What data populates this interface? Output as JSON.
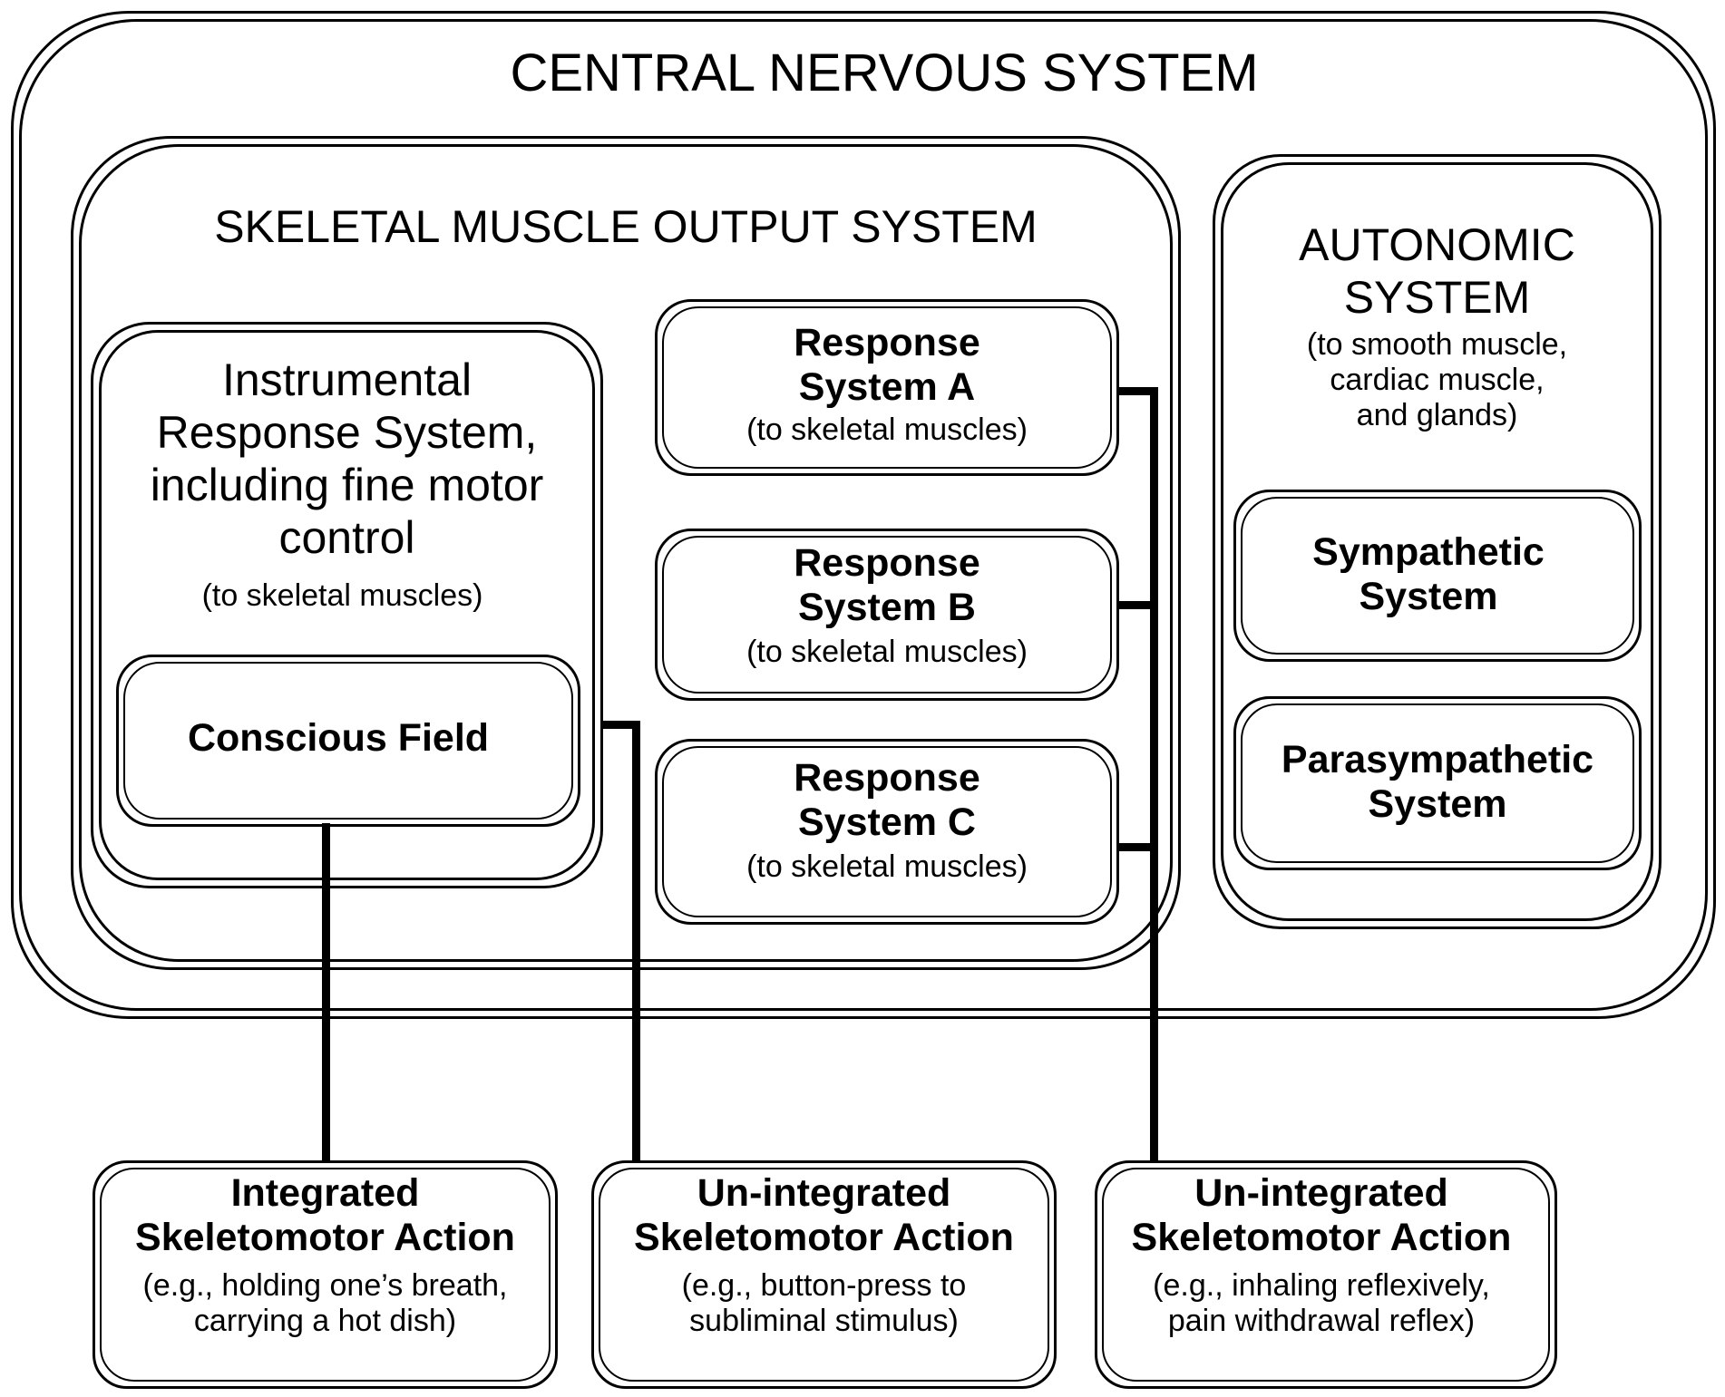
{
  "cns": {
    "title": "CENTRAL NERVOUS SYSTEM"
  },
  "skeletal": {
    "title": "SKELETAL MUSCLE OUTPUT SYSTEM",
    "instrumental": {
      "line1": "Instrumental",
      "line2": "Response System,",
      "line3": "including fine motor",
      "line4": "control",
      "note": "(to skeletal muscles)"
    },
    "conscious_field": "Conscious Field",
    "response_a": {
      "line1": "Response",
      "line2": "System A",
      "note": "(to skeletal muscles)"
    },
    "response_b": {
      "line1": "Response",
      "line2": "System B",
      "note": "(to skeletal muscles)"
    },
    "response_c": {
      "line1": "Response",
      "line2": "System C",
      "note": "(to skeletal muscles)"
    }
  },
  "autonomic": {
    "line1": "AUTONOMIC",
    "line2": "SYSTEM",
    "note1": "(to smooth muscle,",
    "note2": "cardiac muscle,",
    "note3": "and glands)",
    "sympathetic": {
      "line1": "Sympathetic",
      "line2": "System"
    },
    "parasympathetic": {
      "line1": "Parasympathetic",
      "line2": "System"
    }
  },
  "actions": [
    {
      "line1": "Integrated",
      "line2": "Skeletomotor Action",
      "ex1": "(e.g., holding one’s breath,",
      "ex2": "carrying a hot dish)"
    },
    {
      "line1": "Un-integrated",
      "line2": "Skeletomotor Action",
      "ex1": "(e.g., button-press to",
      "ex2": "subliminal stimulus)"
    },
    {
      "line1": "Un-integrated",
      "line2": "Skeletomotor Action",
      "ex1": "(e.g., inhaling reflexively,",
      "ex2": "pain withdrawal reflex)"
    }
  ]
}
